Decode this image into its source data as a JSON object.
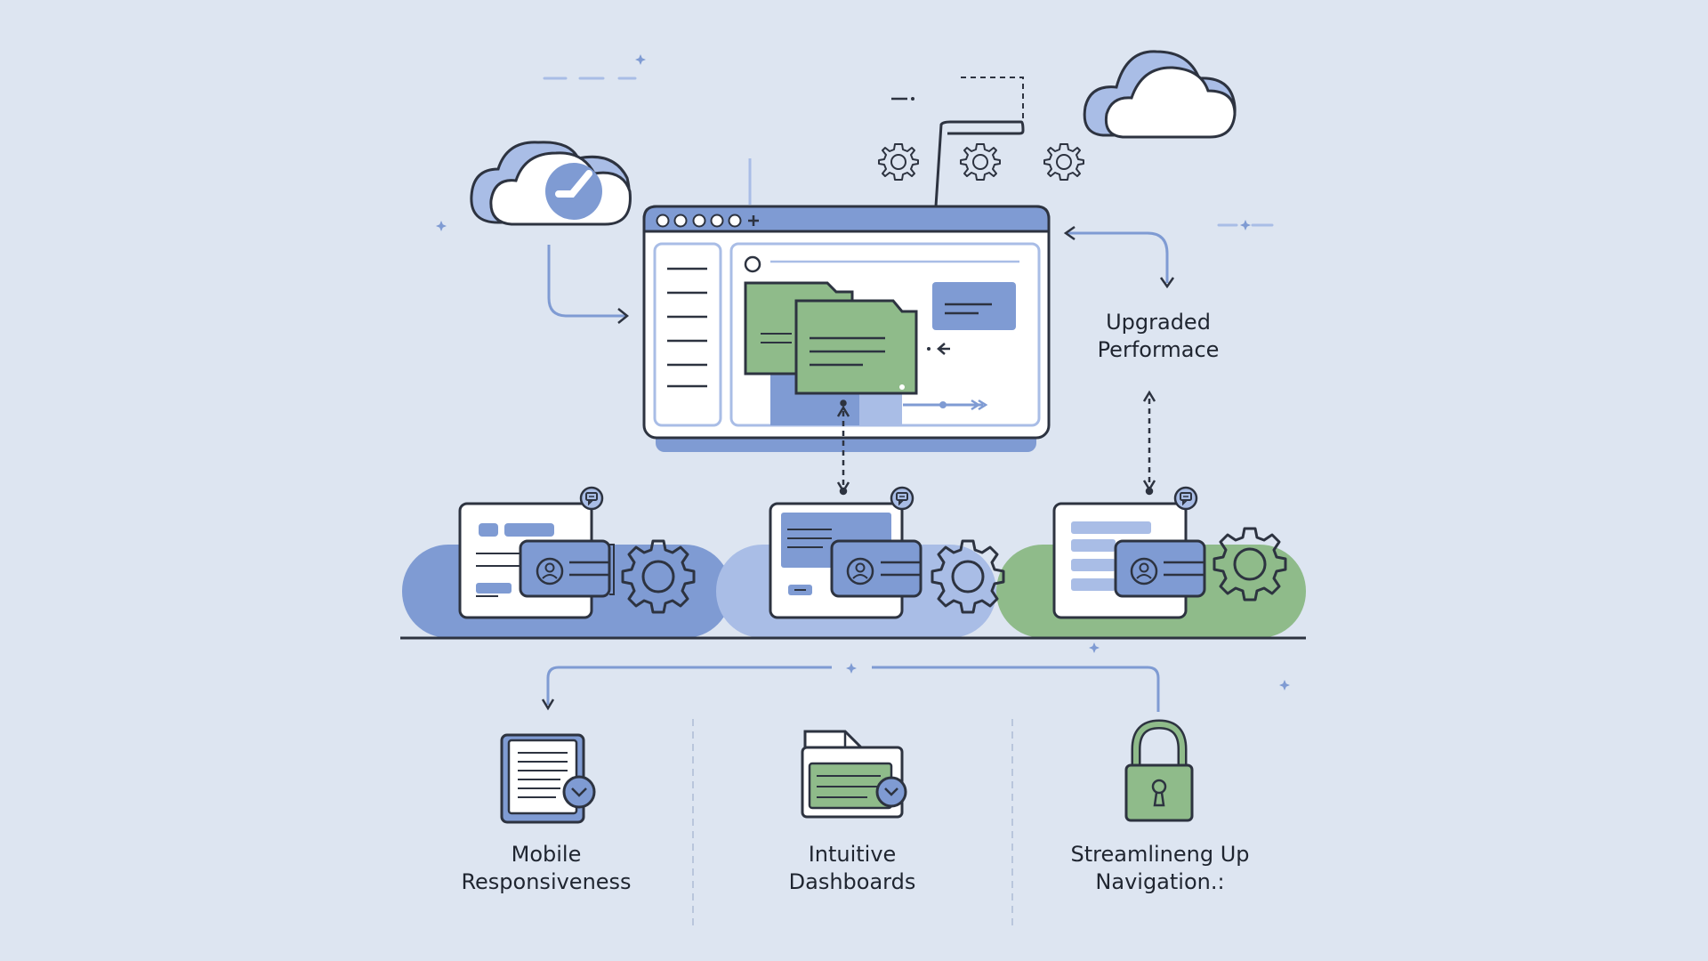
{
  "colors": {
    "background": "#dde5f1",
    "accent_blue": "#7f9bd3",
    "accent_blue_light": "#a9bde6",
    "accent_green": "#8fbb8a",
    "outline": "#2d3340",
    "white": "#ffffff"
  },
  "labels": {
    "upgraded": {
      "line1": "Upgraded",
      "line2": "Performace"
    },
    "mobile": {
      "line1": "Mobile",
      "line2": "Responsiveness"
    },
    "dashboards": {
      "line1": "Intuitive",
      "line2": "Dashboards"
    },
    "navigation": {
      "line1": "Streamlineng Up",
      "line2": "Navigation.:"
    }
  },
  "icons": [
    "cloud-check-icon",
    "cloud-icon",
    "gear-icon",
    "browser-window-icon",
    "folder-icon",
    "user-card-icon",
    "document-icon",
    "dashboard-icon",
    "padlock-icon",
    "star-icon"
  ]
}
